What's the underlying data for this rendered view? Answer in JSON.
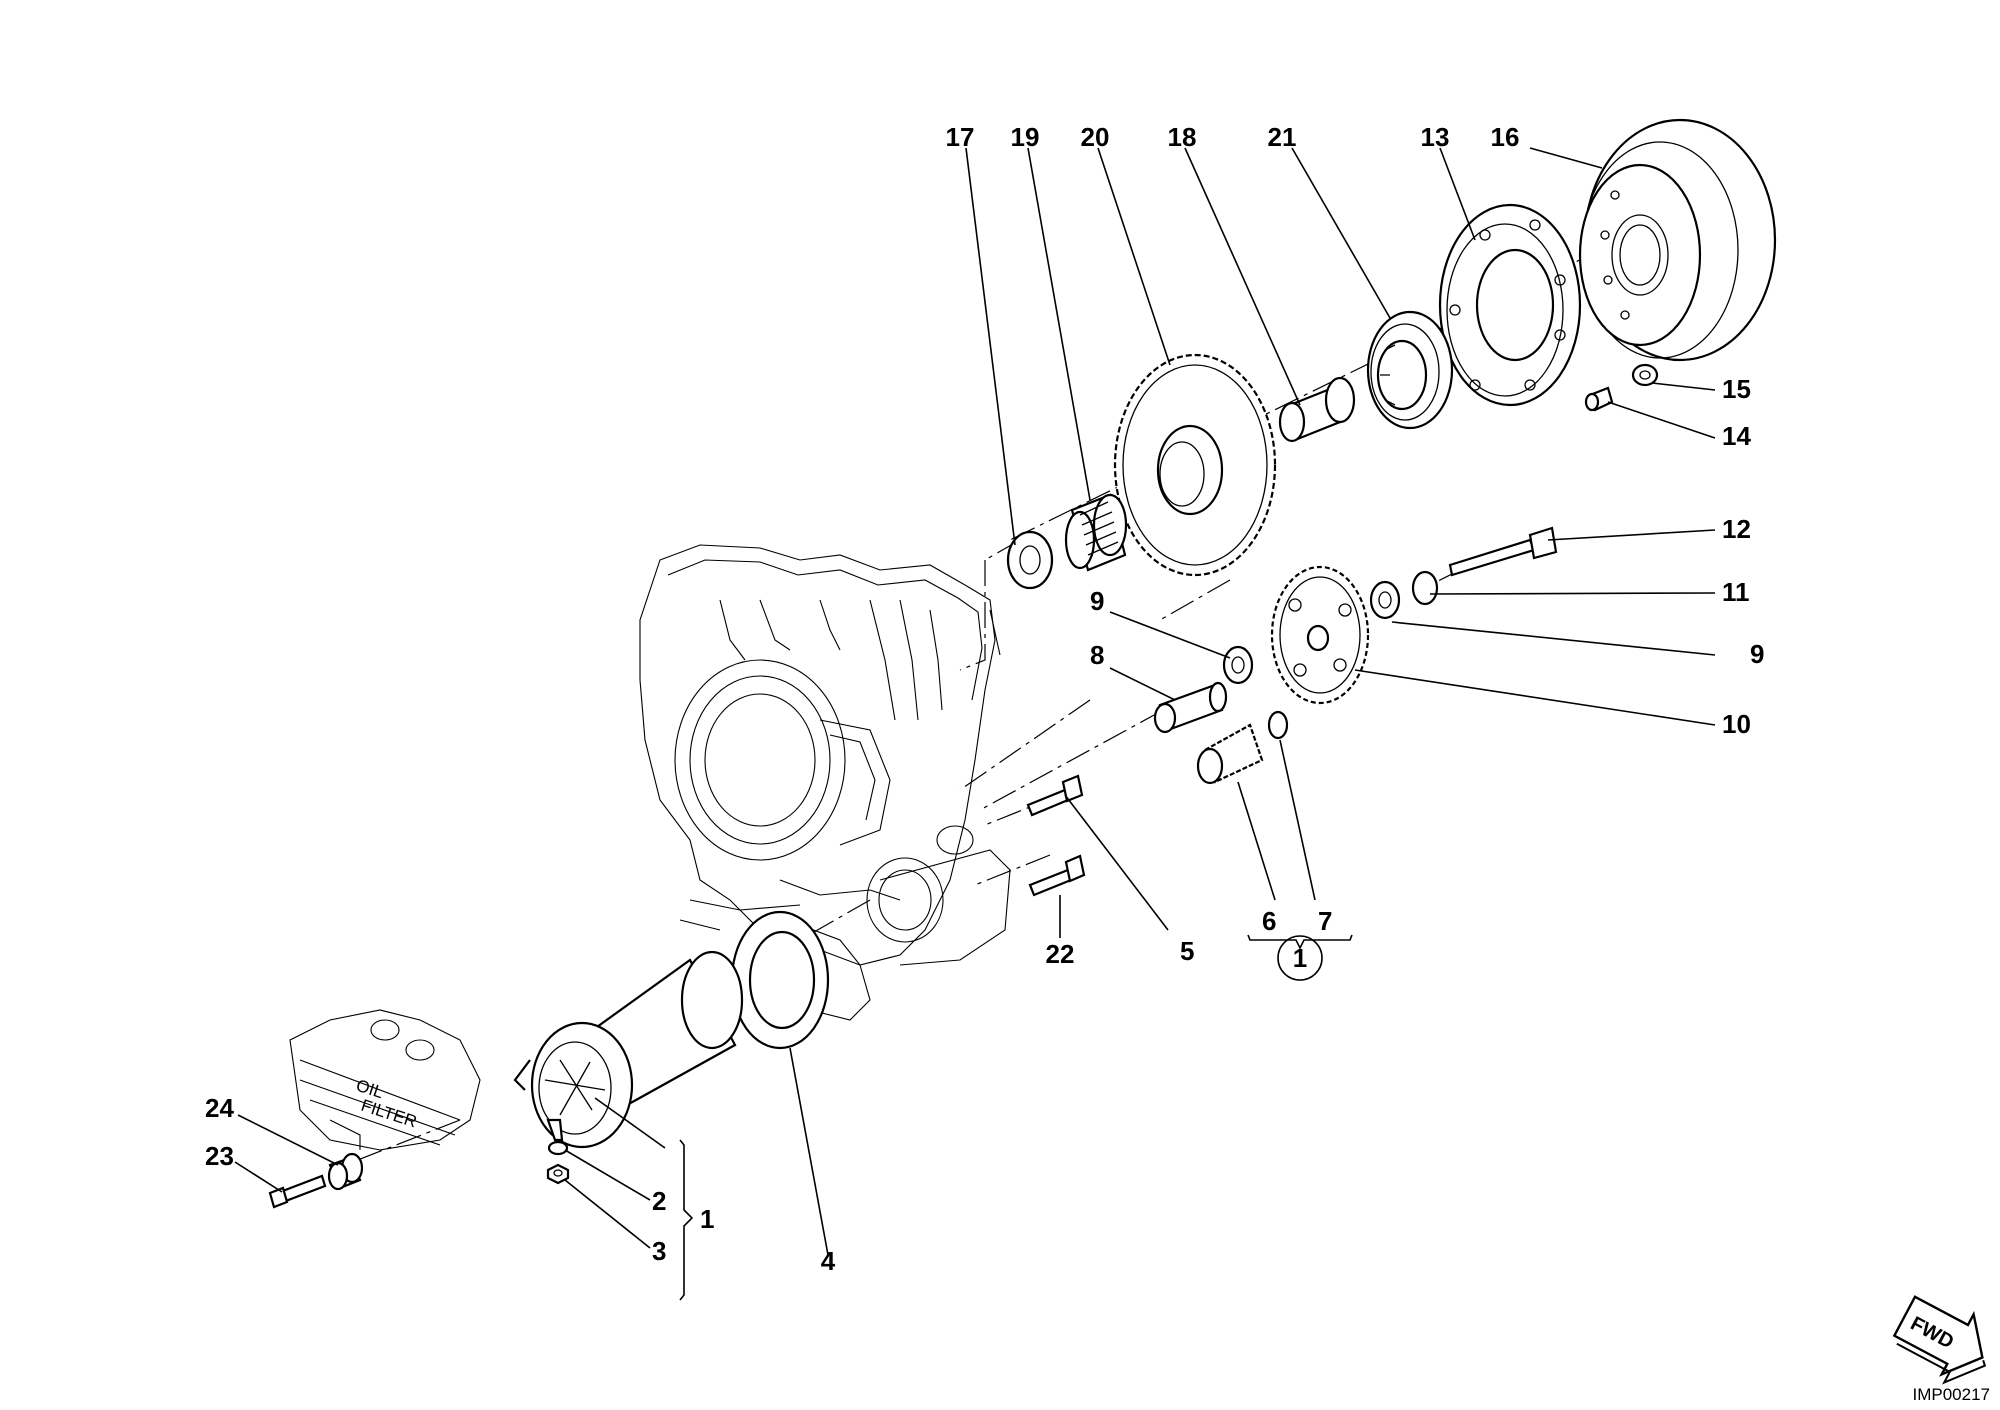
{
  "diagram": {
    "ref_code": "IMP00217",
    "fwd_label": "FWD",
    "brand_text": {
      "oil": "OIL",
      "filter": "FILTER"
    },
    "parts": [
      {
        "num": "17",
        "part": "washer"
      },
      {
        "num": "19",
        "part": "needle-bearing"
      },
      {
        "num": "20",
        "part": "idler-gear"
      },
      {
        "num": "18",
        "part": "bushing"
      },
      {
        "num": "21",
        "part": "freewheel-clutch"
      },
      {
        "num": "13",
        "part": "freewheel-plate"
      },
      {
        "num": "16",
        "part": "flywheel"
      },
      {
        "num": "15",
        "part": "nut"
      },
      {
        "num": "14",
        "part": "stud"
      },
      {
        "num": "12",
        "part": "bolt"
      },
      {
        "num": "11",
        "part": "circlip"
      },
      {
        "num": "9",
        "part": "washer-right"
      },
      {
        "num": "9",
        "part": "washer-left"
      },
      {
        "num": "10",
        "part": "starter-gear"
      },
      {
        "num": "8",
        "part": "shaft"
      },
      {
        "num": "5",
        "part": "screw"
      },
      {
        "num": "6",
        "part": "pinion"
      },
      {
        "num": "7",
        "part": "snap-ring"
      },
      {
        "num": "1",
        "part": "kit-marker"
      },
      {
        "num": "22",
        "part": "screw-lower"
      },
      {
        "num": "4",
        "part": "gasket"
      },
      {
        "num": "1",
        "part": "starter-motor"
      },
      {
        "num": "2",
        "part": "washer-small"
      },
      {
        "num": "3",
        "part": "nut-small"
      },
      {
        "num": "24",
        "part": "spacer"
      },
      {
        "num": "23",
        "part": "bolt-left"
      }
    ]
  }
}
